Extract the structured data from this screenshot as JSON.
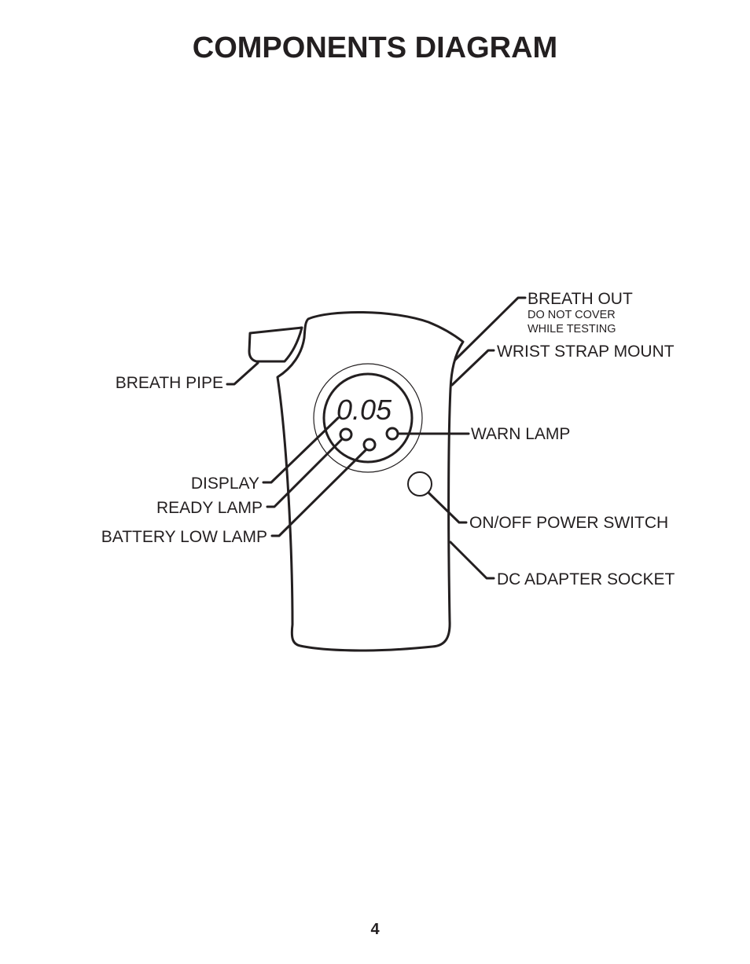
{
  "title": "COMPONENTS DIAGRAM",
  "page_number": "4",
  "display_reading": "0.05",
  "labels": {
    "breath_out": "BREATH OUT",
    "breath_out_note_1": "DO NOT COVER",
    "breath_out_note_2": "WHILE TESTING",
    "wrist_strap_mount": "WRIST STRAP MOUNT",
    "breath_pipe": "BREATH PIPE",
    "warn_lamp": "WARN LAMP",
    "display": "DISPLAY",
    "ready_lamp": "READY LAMP",
    "battery_low_lamp": "BATTERY LOW LAMP",
    "power_switch": "ON/OFF POWER SWITCH",
    "dc_adapter_socket": "DC ADAPTER SOCKET"
  },
  "colors": {
    "ink": "#231f20",
    "paper": "#ffffff"
  }
}
